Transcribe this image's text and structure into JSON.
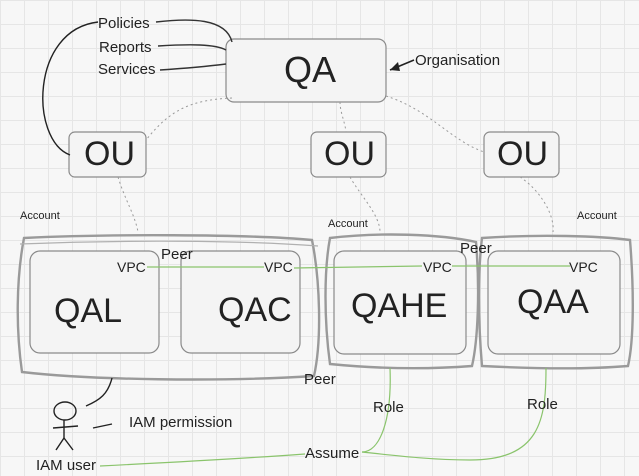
{
  "root": {
    "label": "QA",
    "note": "Organisation"
  },
  "policy_items": [
    "Policies",
    "Reports",
    "Services"
  ],
  "ous": [
    {
      "label": "OU"
    },
    {
      "label": "OU"
    },
    {
      "label": "OU"
    }
  ],
  "account_label": "Account",
  "accounts": [
    {
      "label": "QAL",
      "vpc": "VPC"
    },
    {
      "label": "QAC",
      "vpc": "VPC"
    },
    {
      "label": "QAHE",
      "vpc": "VPC"
    },
    {
      "label": "QAA",
      "vpc": "VPC"
    }
  ],
  "connections": {
    "peer_top": "Peer",
    "peer_mid": "Peer",
    "peer_bottom": "Peer",
    "role_left": "Role",
    "role_right": "Role",
    "assume": "Assume",
    "iam_permission": "IAM permission",
    "iam_user": "IAM user"
  }
}
